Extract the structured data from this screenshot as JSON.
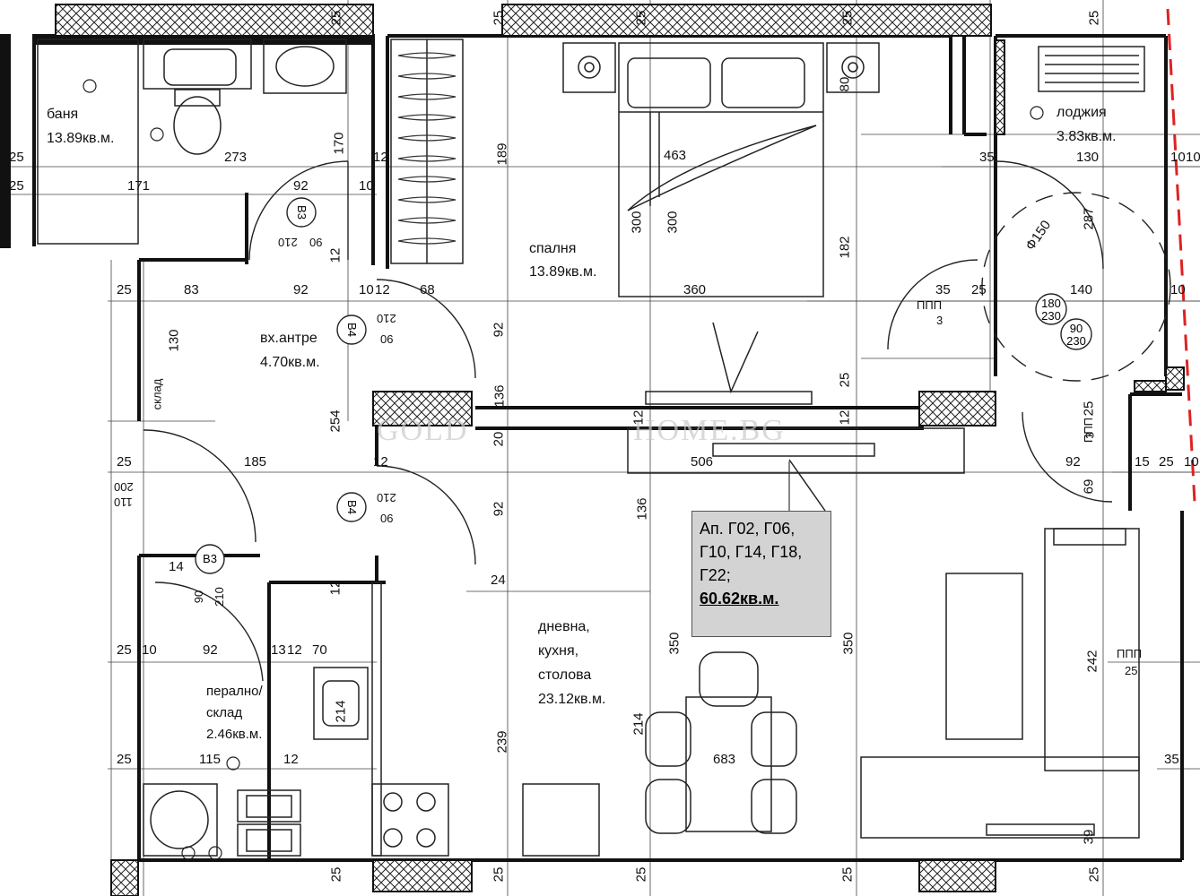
{
  "rooms": {
    "bath": {
      "name": "баня",
      "area": "13.89кв.м."
    },
    "loggia": {
      "name": "лоджия",
      "area": "3.83кв.м."
    },
    "bedroom": {
      "name": "спалня",
      "area": "13.89кв.м."
    },
    "entry": {
      "name": "вх.антре",
      "area": "4.70кв.м."
    },
    "laundry": {
      "line1": "перално/",
      "line2": "склад",
      "area": "2.46кв.м."
    },
    "living": {
      "line1": "дневна,",
      "line2": "кухня,",
      "line3": "столова",
      "area": "23.12кв.м."
    },
    "storage_label": "склад"
  },
  "info_box": {
    "line1": "Ап. Г02, Г06,",
    "line2": "Г10, Г14, Г18,",
    "line3": "Г22;",
    "total_area": "60.62кв.м."
  },
  "watermark": {
    "left": "GOLD",
    "right": "HOME.BG"
  },
  "doors": {
    "b3": "В3",
    "b4": "В4",
    "d210": "210",
    "d90": "90",
    "d200": "200",
    "d110": "110",
    "d180": "180",
    "d230": "230"
  },
  "misc": {
    "ppp": "ППП",
    "diam": "Ф150"
  },
  "dims": {
    "d25": "25",
    "d273": "273",
    "d171": "171",
    "d170": "170",
    "d92": "92",
    "d12": "12",
    "d10": "10",
    "d189": "189",
    "d463": "463",
    "d300": "300",
    "d182": "182",
    "d80": "80",
    "d35": "35",
    "d130": "130",
    "d287": "287",
    "d140": "140",
    "d83": "83",
    "d68": "68",
    "d360": "360",
    "d3": "3",
    "d136": "136",
    "d254": "254",
    "d20": "20",
    "d506": "506",
    "d185": "185",
    "d15": "15",
    "d69": "69",
    "d14": "14",
    "d24": "24",
    "d350": "350",
    "d242": "242",
    "d13": "13",
    "d70": "70",
    "d214": "214",
    "d239": "239",
    "d683": "683",
    "d115": "115",
    "d39": "39"
  }
}
